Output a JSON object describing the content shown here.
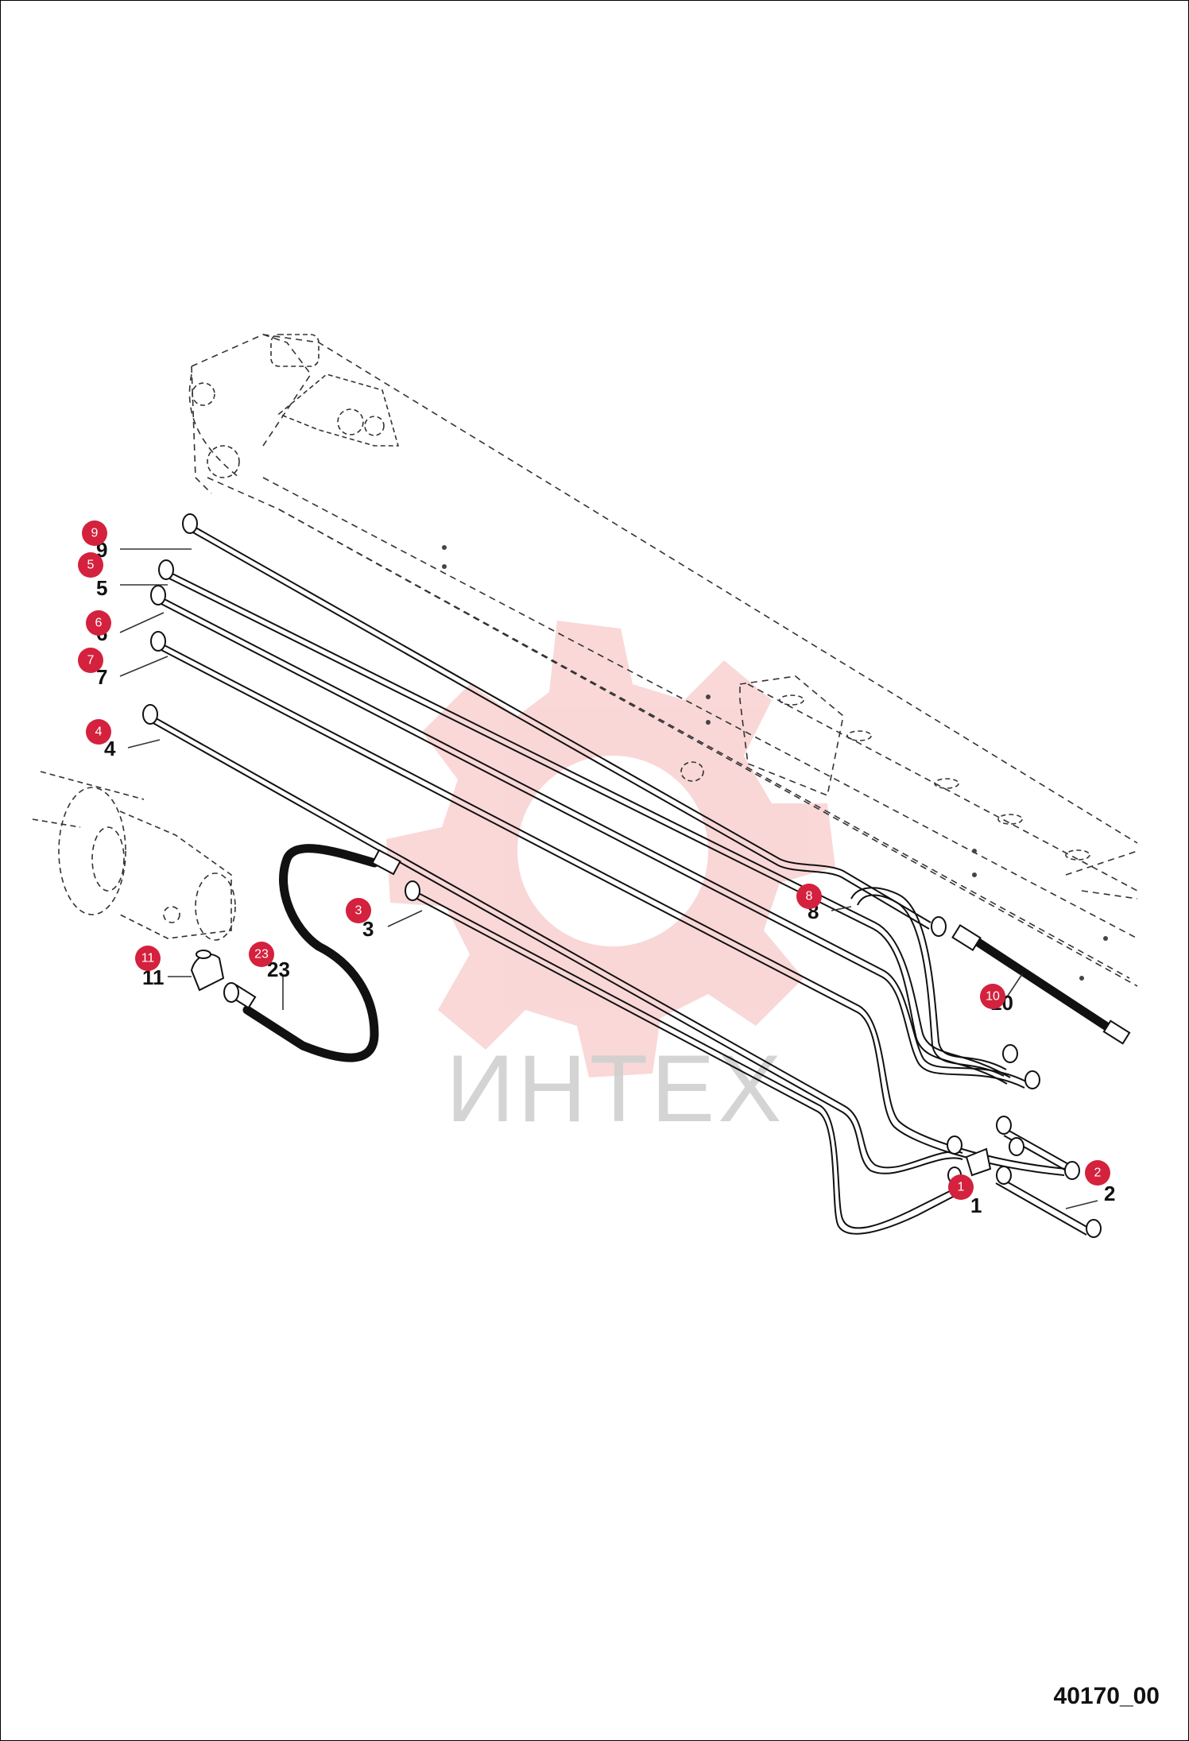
{
  "watermark": {
    "text": "ИНТЕХ",
    "color": "#e8e8e8",
    "gear_color": "#f5c5c5"
  },
  "callout_color": "#d4213d",
  "drawing_number": "40170_00",
  "callouts": [
    {
      "id": "9",
      "label": "9"
    },
    {
      "id": "5",
      "label": "5"
    },
    {
      "id": "6",
      "label": "6"
    },
    {
      "id": "7",
      "label": "7"
    },
    {
      "id": "4",
      "label": "4"
    },
    {
      "id": "3",
      "label": "3"
    },
    {
      "id": "8",
      "label": "8"
    },
    {
      "id": "10",
      "label": "10"
    },
    {
      "id": "11",
      "label": "11"
    },
    {
      "id": "23",
      "label": "23"
    },
    {
      "id": "1",
      "label": "1"
    },
    {
      "id": "2",
      "label": "2"
    }
  ],
  "part_numbers": [
    {
      "id": "9",
      "label": "9"
    },
    {
      "id": "5",
      "label": "5"
    },
    {
      "id": "6",
      "label": "6"
    },
    {
      "id": "7",
      "label": "7"
    },
    {
      "id": "4",
      "label": "4"
    },
    {
      "id": "3",
      "label": "3"
    },
    {
      "id": "8",
      "label": "8"
    },
    {
      "id": "10",
      "label": "10"
    },
    {
      "id": "11",
      "label": "11"
    },
    {
      "id": "23",
      "label": "23"
    },
    {
      "id": "1",
      "label": "1"
    },
    {
      "id": "2",
      "label": "2"
    }
  ]
}
